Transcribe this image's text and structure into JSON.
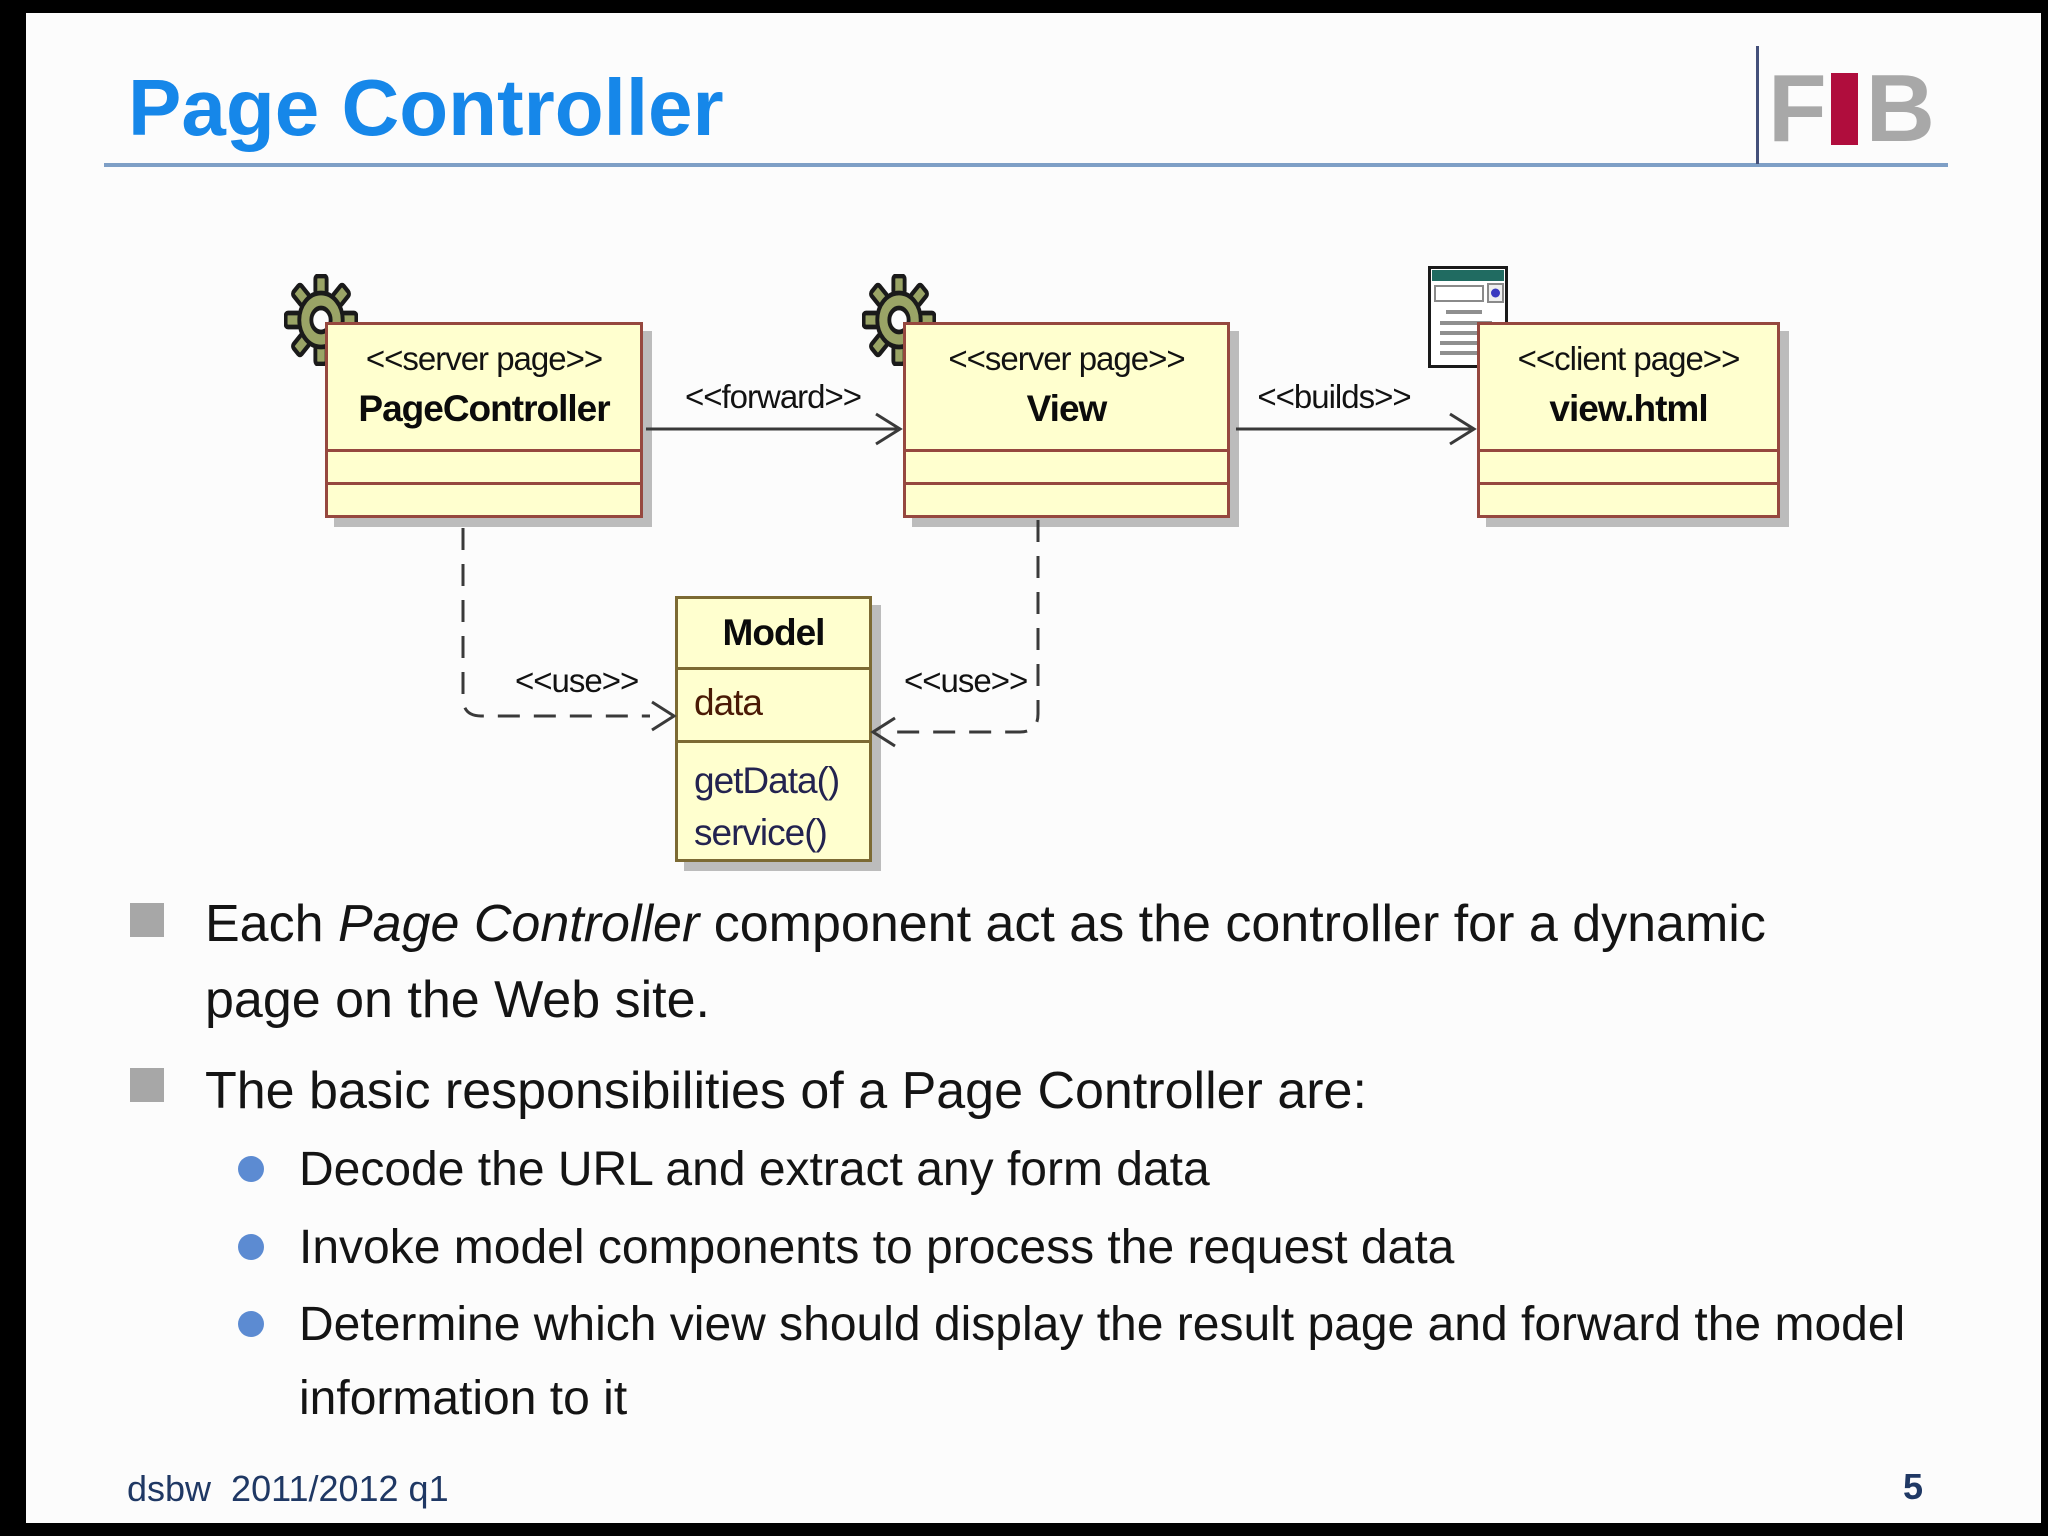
{
  "header": {
    "title": "Page Controller",
    "logo_f": "F",
    "logo_b": "B"
  },
  "diagram": {
    "page_controller": {
      "stereotype": "<<server page>>",
      "name": "PageController"
    },
    "view": {
      "stereotype": "<<server page>>",
      "name": "View"
    },
    "client_page": {
      "stereotype": "<<client page>>",
      "name": "view.html"
    },
    "model": {
      "title": "Model",
      "attribute": "data",
      "method1": "getData()",
      "method2": "service()"
    },
    "labels": {
      "forward": "<<forward>>",
      "builds": "<<builds>>",
      "use_left": "<<use>>",
      "use_right": "<<use>>"
    }
  },
  "bullets": {
    "b1_pre": "Each ",
    "b1_italic": "Page Controller",
    "b1_post": " component act as the controller for a dynamic page on the Web site.",
    "b2": "The basic responsibilities of a Page Controller are:",
    "sub1": "Decode the URL and extract any form data",
    "sub2": "Invoke model components to process the request data",
    "sub3": "Determine which view should display the result page and forward the model information to it"
  },
  "footer": {
    "left": "dsbw  2011/2012 q1",
    "page": "5"
  },
  "colors": {
    "title_blue": "#1687E9",
    "box_fill": "#FFFFCF",
    "box_border": "#96483F",
    "model_border": "#7C6A33",
    "fib_red": "#B00D3D",
    "fib_gray": "#A8A8A8",
    "rule_blue": "#7E9FC6",
    "bullet_square": "#A7A7A7",
    "bullet_dot": "#5C8BD2",
    "footer_navy": "#1F3864",
    "gear_olive": "#9AA466",
    "browser_teal": "#206B61"
  }
}
